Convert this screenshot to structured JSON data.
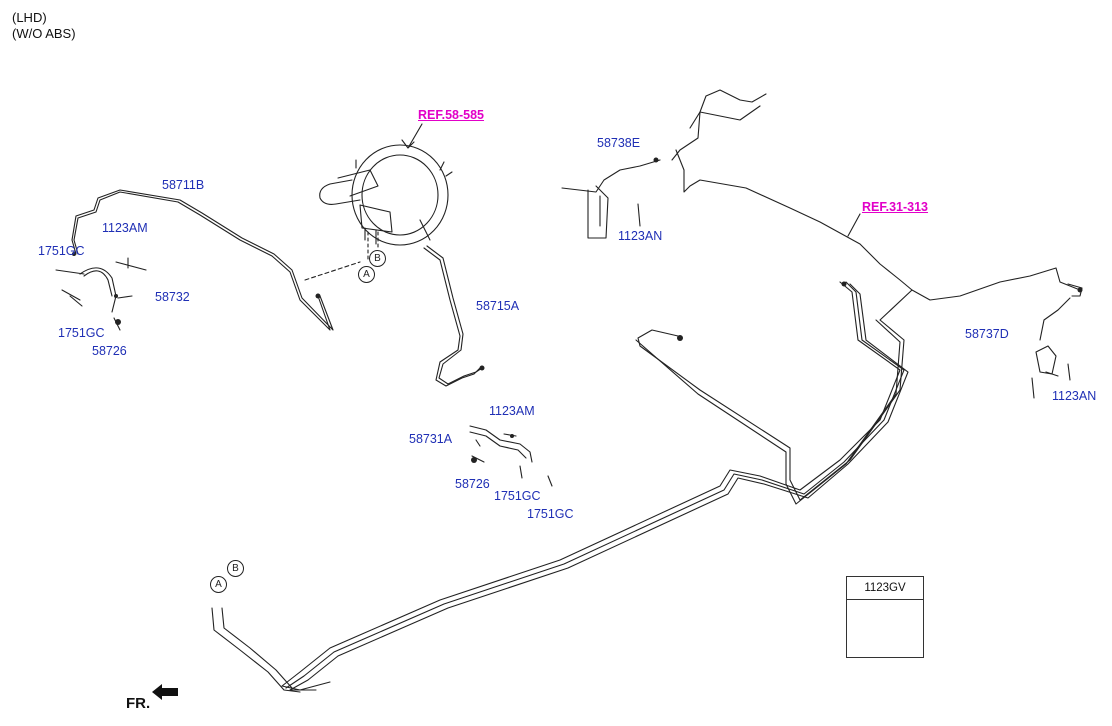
{
  "header": {
    "line1": "(LHD)",
    "line2": "(W/O ABS)"
  },
  "refs": {
    "ref_58": "REF.58-585",
    "ref_31": "REF.31-313"
  },
  "parts": {
    "p58711B": "58711B",
    "p1123AM_a": "1123AM",
    "p1751GC_a": "1751GC",
    "p58732": "58732",
    "p1751GC_b": "1751GC",
    "p58726_a": "58726",
    "p58715A": "58715A",
    "p1123AM_b": "1123AM",
    "p58731A": "58731A",
    "p58726_b": "58726",
    "p1751GC_c": "1751GC",
    "p1751GC_d": "1751GC",
    "p58738E": "58738E",
    "p1123AN_a": "1123AN",
    "p58737D": "58737D",
    "p1123AN_b": "1123AN"
  },
  "connectors": {
    "a_top": "A",
    "b_top": "B",
    "a_bottom": "A",
    "b_bottom": "B"
  },
  "legend": {
    "code": "1123GV"
  },
  "direction": {
    "label": "FR."
  },
  "colors": {
    "part_label": "#1f2fb5",
    "reference": "#e200c8",
    "line": "#222222"
  }
}
